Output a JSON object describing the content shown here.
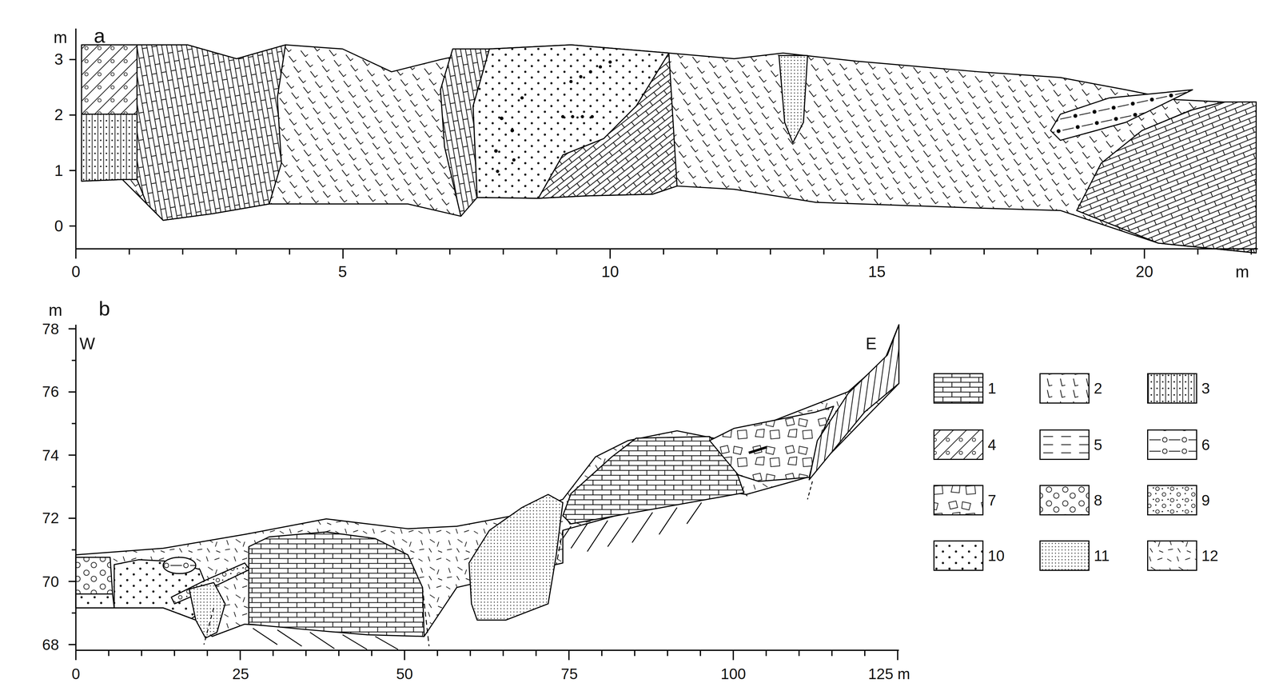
{
  "diagram": {
    "labels": [
      "m",
      "a",
      "3",
      "2",
      "1",
      "0",
      "0",
      "5",
      "10",
      "15",
      "20",
      "m",
      "m",
      "b",
      "W",
      "E",
      "78",
      "76",
      "74",
      "72",
      "70",
      "68",
      "0",
      "25",
      "50",
      "75",
      "100",
      "125 m"
    ],
    "legend": [
      {
        "text": "1"
      },
      {
        "text": "2"
      },
      {
        "text": "3"
      },
      {
        "text": "4"
      },
      {
        "text": "5"
      },
      {
        "text": "6"
      },
      {
        "text": "7"
      },
      {
        "text": "8"
      },
      {
        "text": "9"
      },
      {
        "text": "10"
      },
      {
        "text": "11"
      },
      {
        "text": "12"
      }
    ]
  }
}
